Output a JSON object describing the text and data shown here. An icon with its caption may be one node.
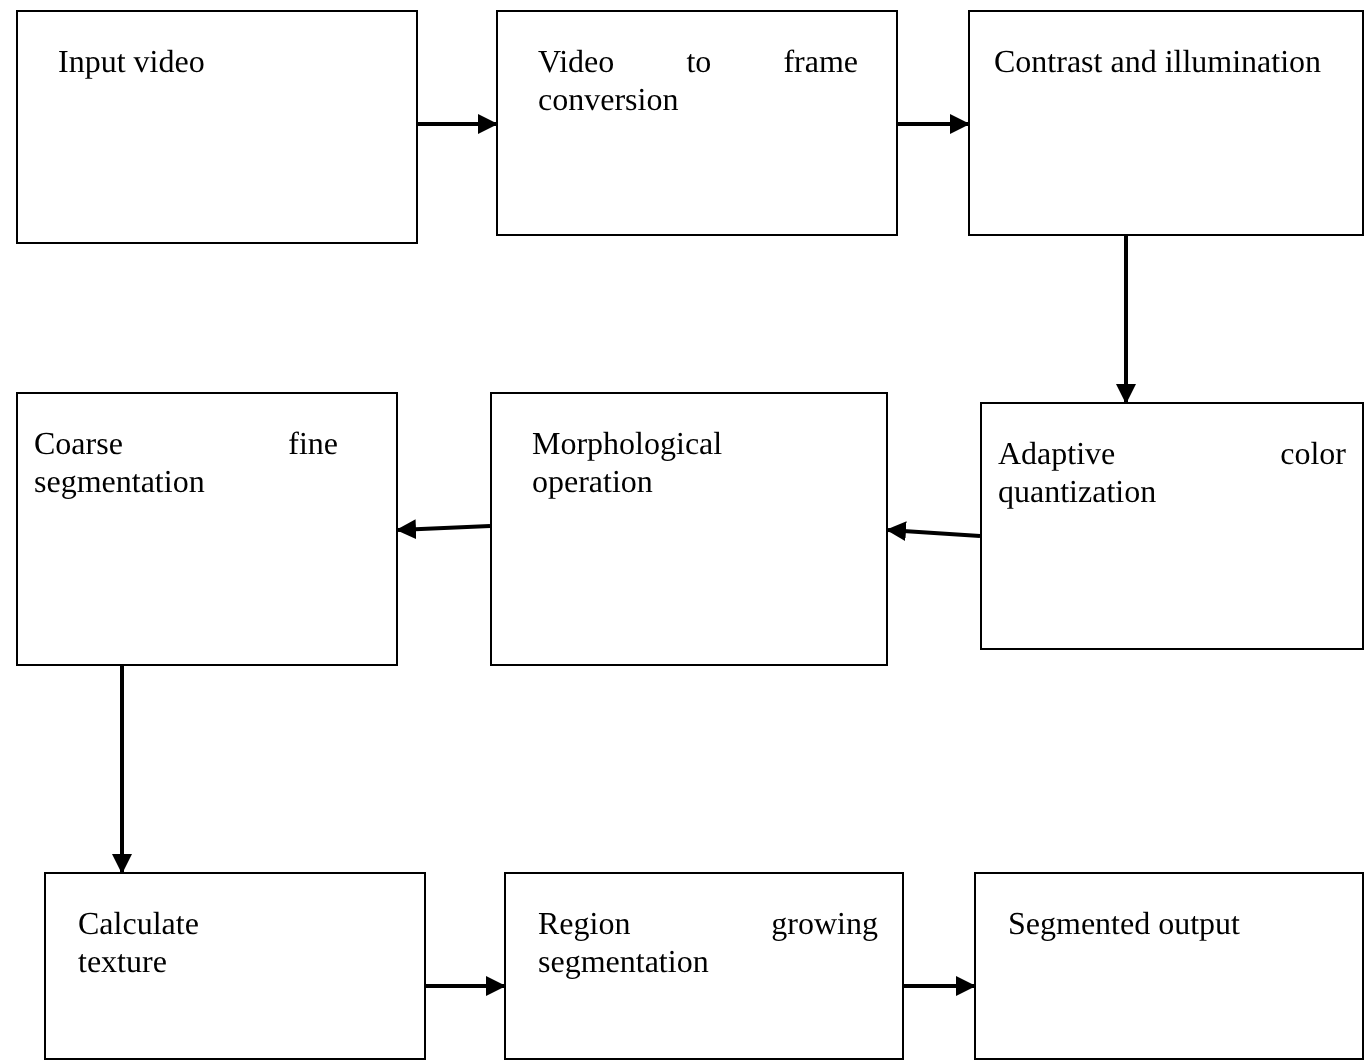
{
  "diagram": {
    "nodes": [
      {
        "text": [
          "Input video"
        ]
      },
      {
        "text": [
          "Video to frame conversion"
        ]
      },
      {
        "text": [
          "Contrast and illumination"
        ]
      },
      {
        "text": [
          "Adaptive color quantization"
        ]
      },
      {
        "text": [
          "Morphological operation"
        ]
      },
      {
        "text": [
          "Coarse fine segmentation"
        ]
      },
      {
        "text": [
          "Calculate texture"
        ]
      },
      {
        "text": [
          "Region growing segmentation"
        ]
      },
      {
        "text": [
          "Segmented output"
        ]
      }
    ],
    "edges": [
      {
        "from": 0,
        "to": 1,
        "arrow": "to"
      },
      {
        "from": 1,
        "to": 2,
        "arrow": "to"
      },
      {
        "from": 2,
        "to": 3,
        "arrow": "to"
      },
      {
        "from": 3,
        "to": 4,
        "arrow": "to"
      },
      {
        "from": 4,
        "to": 5,
        "arrow": "to"
      },
      {
        "from": 5,
        "to": 6,
        "arrow": "to"
      },
      {
        "from": 6,
        "to": 7,
        "arrow": "to"
      },
      {
        "from": 7,
        "to": 8,
        "arrow": "to"
      }
    ]
  }
}
